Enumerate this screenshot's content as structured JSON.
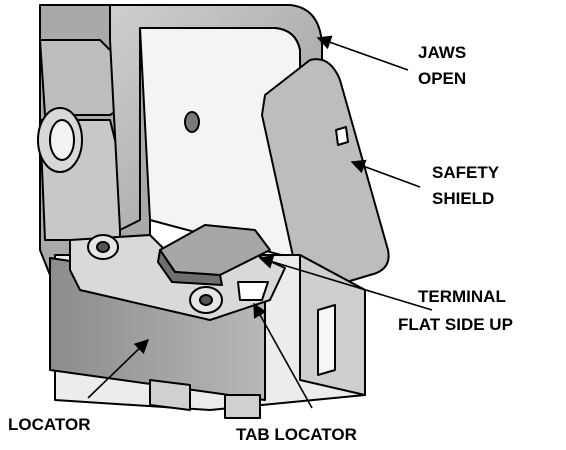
{
  "labels": {
    "jaws_open": [
      "JAWS",
      "OPEN"
    ],
    "safety_shield": [
      "SAFETY",
      "SHIELD"
    ],
    "terminal": [
      "TERMINAL",
      "FLAT SIDE UP"
    ],
    "locator": "LOCATOR",
    "tab_locator": "TAB LOCATOR"
  }
}
